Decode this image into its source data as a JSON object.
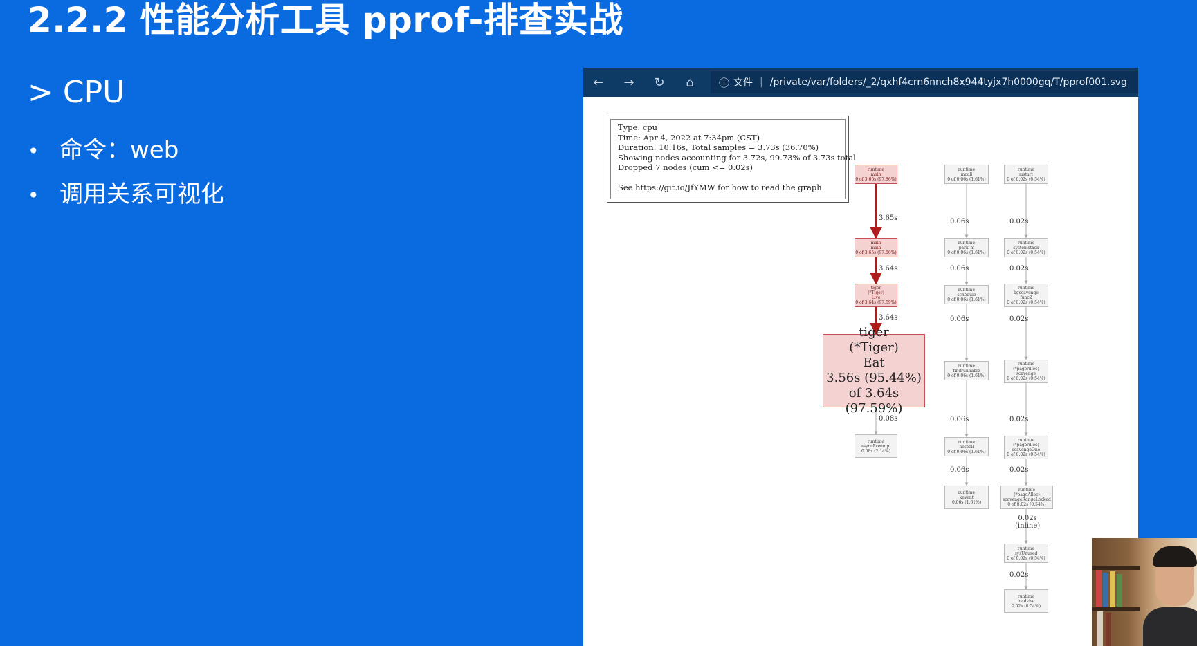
{
  "slide": {
    "title": "2.2.2 性能分析工具 pprof-排查实战",
    "section": "> CPU",
    "bullets": [
      "命令：web",
      "调用关系可视化"
    ]
  },
  "browser": {
    "back_icon": "←",
    "forward_icon": "→",
    "reload_icon": "↻",
    "home_icon": "⌂",
    "info_icon": "ⓘ",
    "file_label": "文件",
    "url": "/private/var/folders/_2/qxhf4crn6nnch8x944tyjx7h0000gq/T/pprof001.svg"
  },
  "legend": {
    "lines": [
      "Type: cpu",
      "Time: Apr 4, 2022 at 7:34pm (CST)",
      "Duration: 10.16s, Total samples = 3.73s (36.70%)",
      "Showing nodes accounting for 3.72s, 99.73% of 3.73s total",
      "Dropped 7 nodes (cum <= 0.02s)",
      "",
      "See https://git.io/JfYMW for how to read the graph"
    ]
  },
  "graph": {
    "nodes": [
      {
        "id": "n-runtime-main",
        "lines": [
          "runtime",
          "main",
          "0 of 3.65s (97.86%)"
        ],
        "hot": true
      },
      {
        "id": "n-main-main",
        "lines": [
          "main",
          "main",
          "0 of 3.65s (97.86%)"
        ],
        "hot": true
      },
      {
        "id": "n-tiger-live",
        "lines": [
          "tiger",
          "(*Tiger)",
          "Live",
          "0 of 3.64s (97.59%)"
        ],
        "hot": true
      },
      {
        "id": "n-tiger-eat",
        "lines": [
          "tiger",
          "(*Tiger)",
          "Eat",
          "3.56s (95.44%)",
          "of 3.64s (97.59%)"
        ],
        "hot": true,
        "big": true
      },
      {
        "id": "n-asyncpreempt",
        "lines": [
          "runtime",
          "asyncPreempt",
          "0.08s (2.14%)"
        ]
      },
      {
        "id": "n-mcall",
        "lines": [
          "runtime",
          "mcall",
          "0 of 0.06s (1.61%)"
        ]
      },
      {
        "id": "n-parkm",
        "lines": [
          "runtime",
          "park_m",
          "0 of 0.06s (1.61%)"
        ]
      },
      {
        "id": "n-schedule",
        "lines": [
          "runtime",
          "schedule",
          "0 of 0.06s (1.61%)"
        ]
      },
      {
        "id": "n-findrunnable",
        "lines": [
          "runtime",
          "findrunnable",
          "0 of 0.06s (1.61%)"
        ]
      },
      {
        "id": "n-netpoll",
        "lines": [
          "runtime",
          "netpoll",
          "0 of 0.06s (1.61%)"
        ]
      },
      {
        "id": "n-kevent",
        "lines": [
          "runtime",
          "kevent",
          "0.06s (1.61%)"
        ]
      },
      {
        "id": "n-mstart",
        "lines": [
          "runtime",
          "mstart",
          "0 of 0.02s (0.54%)"
        ]
      },
      {
        "id": "n-systemstack",
        "lines": [
          "runtime",
          "systemstack",
          "0 of 0.02s (0.54%)"
        ]
      },
      {
        "id": "n-bgscavenge",
        "lines": [
          "runtime",
          "bgscavenge",
          "func2",
          "0 of 0.02s (0.54%)"
        ]
      },
      {
        "id": "n-scavenge",
        "lines": [
          "runtime",
          "(*pageAlloc)",
          "scavenge",
          "0 of 0.02s (0.54%)"
        ]
      },
      {
        "id": "n-scavengeone",
        "lines": [
          "runtime",
          "(*pageAlloc)",
          "scavengeOne",
          "0 of 0.02s (0.54%)"
        ]
      },
      {
        "id": "n-scavengerangelocked",
        "lines": [
          "runtime",
          "(*pageAlloc)",
          "scavengeRangeLocked",
          "0 of 0.02s (0.54%)"
        ]
      },
      {
        "id": "n-sysunused",
        "lines": [
          "runtime",
          "sysUnused",
          "0 of 0.02s (0.54%)"
        ]
      },
      {
        "id": "n-madvise",
        "lines": [
          "runtime",
          "madvise",
          "0.02s (0.54%)"
        ]
      }
    ],
    "edge_labels": [
      {
        "id": "e1",
        "text": "3.65s"
      },
      {
        "id": "e2",
        "text": "3.64s"
      },
      {
        "id": "e3",
        "text": "3.64s"
      },
      {
        "id": "e4",
        "text": "0.08s"
      },
      {
        "id": "e5",
        "text": "0.06s"
      },
      {
        "id": "e6",
        "text": "0.06s"
      },
      {
        "id": "e7",
        "text": "0.06s"
      },
      {
        "id": "e8",
        "text": "0.06s"
      },
      {
        "id": "e9",
        "text": "0.06s"
      },
      {
        "id": "e10",
        "text": "0.02s"
      },
      {
        "id": "e11",
        "text": "0.02s"
      },
      {
        "id": "e12",
        "text": "0.02s"
      },
      {
        "id": "e13",
        "text": "0.02s"
      },
      {
        "id": "e14",
        "text": "0.02s"
      },
      {
        "id": "e15",
        "text": "0.02s\n(inline)"
      },
      {
        "id": "e16",
        "text": "0.02s"
      }
    ]
  },
  "colors": {
    "background": "#0a6ae0",
    "hot_edge": "#b01c1c",
    "hot_node_fill": "#f5d2d2"
  }
}
